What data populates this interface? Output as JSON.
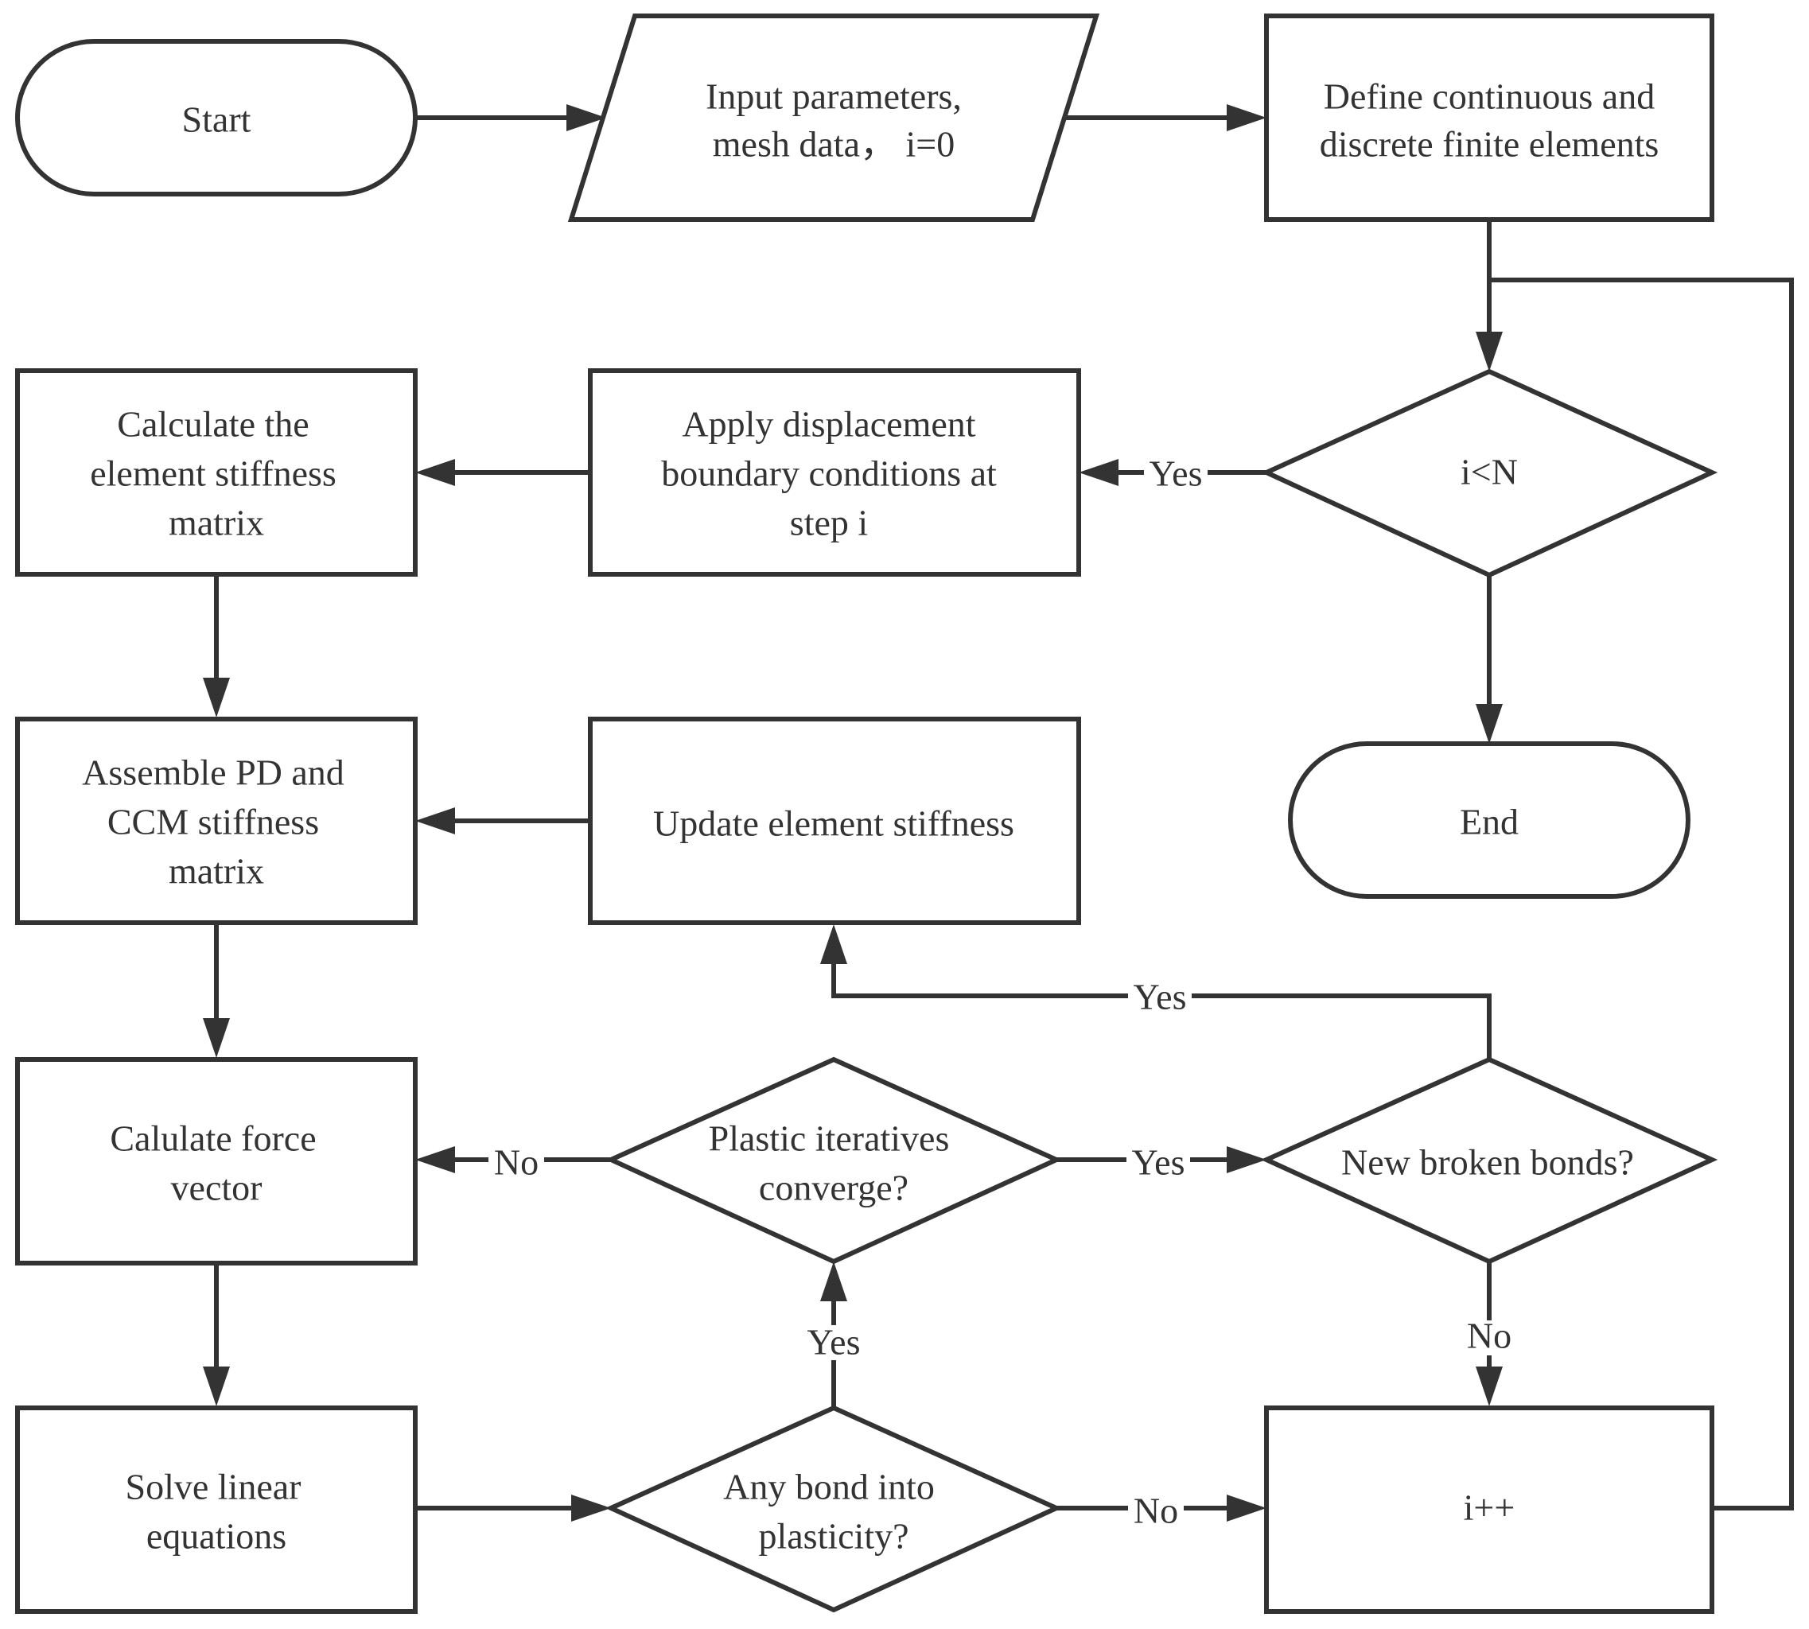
{
  "nodes": {
    "start": "Start",
    "input": [
      "Input parameters,",
      "mesh data，  i=0"
    ],
    "define": [
      "Define continuous and",
      "discrete finite elements"
    ],
    "cond_n": "i<N",
    "end": "End",
    "apply_bc": [
      "Apply displacement",
      "boundary conditions at",
      "step i"
    ],
    "calc_stiff": [
      "Calculate the",
      "element stiffness",
      "matrix"
    ],
    "assemble": [
      "Assemble PD and",
      "CCM stiffness",
      "matrix"
    ],
    "update": "Update element stiffness",
    "force": [
      "Calulate force",
      "vector"
    ],
    "plastic_conv": [
      "Plastic iteratives",
      "converge?"
    ],
    "broken": "New broken bonds?",
    "solve": [
      "Solve linear",
      "equations"
    ],
    "bond_plastic": [
      "Any bond into",
      "plasticity?"
    ],
    "increment": "i++"
  },
  "edge_labels": {
    "cond_yes": "Yes",
    "conv_no": "No",
    "conv_yes": "Yes",
    "broken_yes": "Yes",
    "broken_no": "No",
    "bond_yes": "Yes",
    "bond_no": "No"
  },
  "colors": {
    "stroke": "#333333",
    "fill": "#ffffff"
  }
}
